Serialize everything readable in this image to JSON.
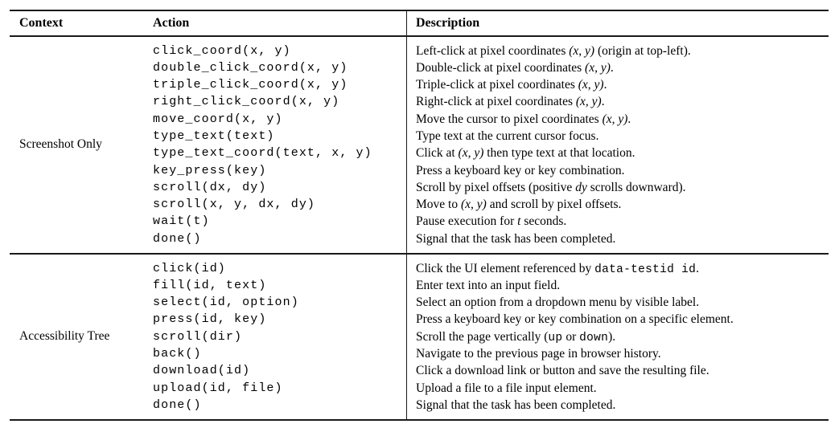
{
  "meta": {
    "kind": "paper-table",
    "text_color": "#000000",
    "rule_color": "#1a1a1a",
    "background_color": "#ffffff"
  },
  "table": {
    "headers": [
      "Context",
      "Action",
      "Description"
    ],
    "groups": [
      {
        "context": "Screenshot Only",
        "rows": [
          {
            "action": "click_coord(x, y)",
            "desc": [
              {
                "t": "Left-click at pixel coordinates "
              },
              {
                "t": "(x, y)",
                "s": "m"
              },
              {
                "t": " (origin at top-left)."
              }
            ]
          },
          {
            "action": "double_click_coord(x, y)",
            "desc": [
              {
                "t": "Double-click at pixel coordinates "
              },
              {
                "t": "(x, y)",
                "s": "m"
              },
              {
                "t": "."
              }
            ]
          },
          {
            "action": "triple_click_coord(x, y)",
            "desc": [
              {
                "t": "Triple-click at pixel coordinates "
              },
              {
                "t": "(x, y)",
                "s": "m"
              },
              {
                "t": "."
              }
            ]
          },
          {
            "action": "right_click_coord(x, y)",
            "desc": [
              {
                "t": "Right-click at pixel coordinates "
              },
              {
                "t": "(x, y)",
                "s": "m"
              },
              {
                "t": "."
              }
            ]
          },
          {
            "action": "move_coord(x, y)",
            "desc": [
              {
                "t": "Move the cursor to pixel coordinates "
              },
              {
                "t": "(x, y)",
                "s": "m"
              },
              {
                "t": "."
              }
            ]
          },
          {
            "action": "type_text(text)",
            "desc": [
              {
                "t": "Type text at the current cursor focus."
              }
            ]
          },
          {
            "action": "type_text_coord(text, x, y)",
            "desc": [
              {
                "t": "Click at "
              },
              {
                "t": "(x, y)",
                "s": "m"
              },
              {
                "t": " then type text at that location."
              }
            ]
          },
          {
            "action": "key_press(key)",
            "desc": [
              {
                "t": "Press a keyboard key or key combination."
              }
            ]
          },
          {
            "action": "scroll(dx, dy)",
            "desc": [
              {
                "t": "Scroll by pixel offsets (positive "
              },
              {
                "t": "dy",
                "s": "m"
              },
              {
                "t": " scrolls downward)."
              }
            ]
          },
          {
            "action": "scroll(x, y, dx, dy)",
            "desc": [
              {
                "t": "Move to "
              },
              {
                "t": "(x, y)",
                "s": "m"
              },
              {
                "t": " and scroll by pixel offsets."
              }
            ]
          },
          {
            "action": "wait(t)",
            "desc": [
              {
                "t": "Pause execution for "
              },
              {
                "t": "t",
                "s": "m"
              },
              {
                "t": " seconds."
              }
            ]
          },
          {
            "action": "done()",
            "desc": [
              {
                "t": "Signal that the task has been completed."
              }
            ]
          }
        ]
      },
      {
        "context": "Accessibility Tree",
        "rows": [
          {
            "action": "click(id)",
            "desc": [
              {
                "t": "Click the UI element referenced by "
              },
              {
                "t": "data-testid id",
                "s": "tt"
              },
              {
                "t": "."
              }
            ]
          },
          {
            "action": "fill(id, text)",
            "desc": [
              {
                "t": "Enter text into an input field."
              }
            ]
          },
          {
            "action": "select(id, option)",
            "desc": [
              {
                "t": "Select an option from a dropdown menu by visible label."
              }
            ]
          },
          {
            "action": "press(id, key)",
            "desc": [
              {
                "t": "Press a keyboard key or key combination on a specific element."
              }
            ]
          },
          {
            "action": "scroll(dir)",
            "desc": [
              {
                "t": "Scroll the page vertically ("
              },
              {
                "t": "up",
                "s": "tt"
              },
              {
                "t": " or "
              },
              {
                "t": "down",
                "s": "tt"
              },
              {
                "t": ")."
              }
            ]
          },
          {
            "action": "back()",
            "desc": [
              {
                "t": "Navigate to the previous page in browser history."
              }
            ]
          },
          {
            "action": "download(id)",
            "desc": [
              {
                "t": "Click a download link or button and save the resulting file."
              }
            ]
          },
          {
            "action": "upload(id, file)",
            "desc": [
              {
                "t": "Upload a file to a file input element."
              }
            ]
          },
          {
            "action": "done()",
            "desc": [
              {
                "t": "Signal that the task has been completed."
              }
            ]
          }
        ]
      }
    ]
  }
}
